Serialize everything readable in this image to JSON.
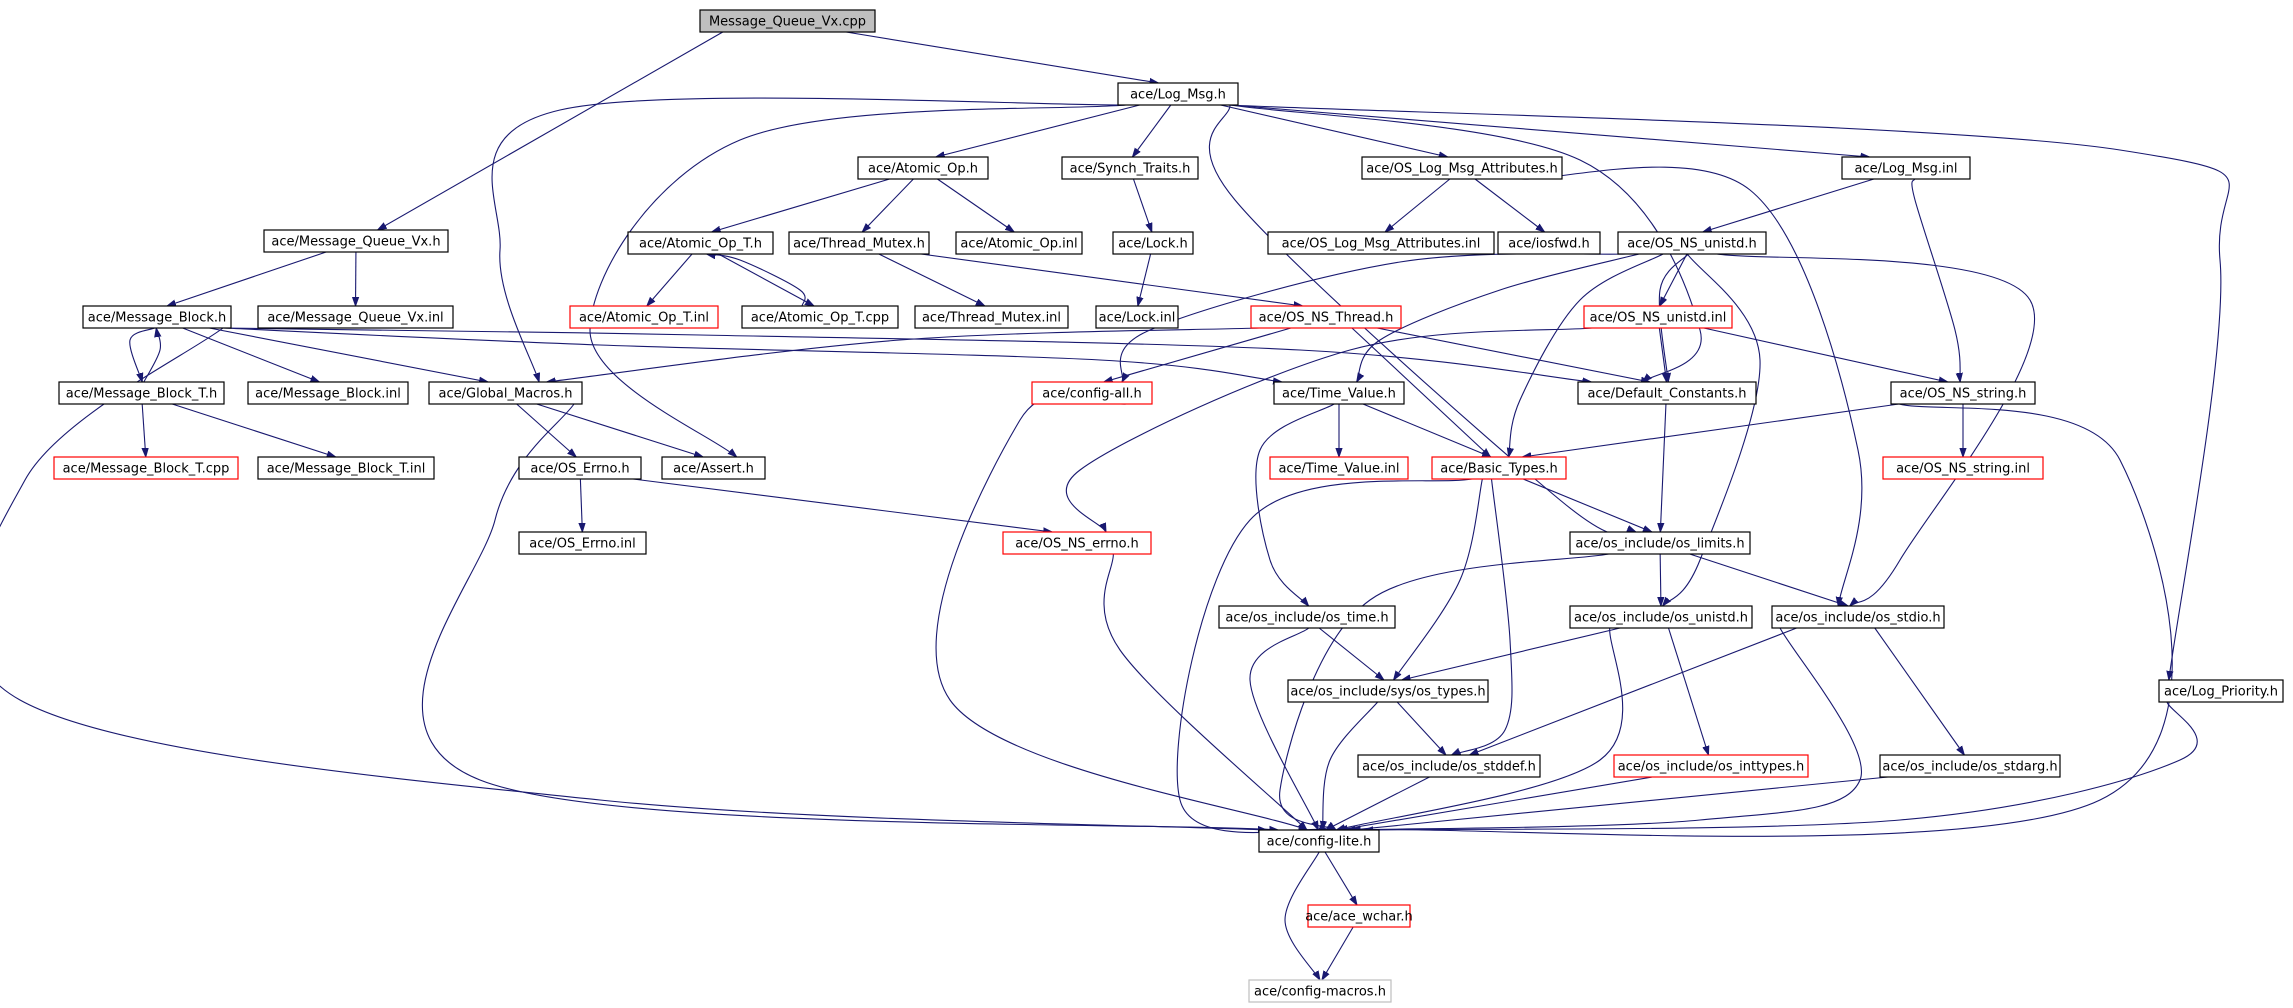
{
  "nodes": [
    {
      "id": "root",
      "label": "Message_Queue_Vx.cpp",
      "style": "root"
    },
    {
      "id": "logmsg",
      "label": "ace/Log_Msg.h",
      "style": "normal"
    },
    {
      "id": "mqvx",
      "label": "ace/Message_Queue_Vx.h",
      "style": "normal"
    },
    {
      "id": "atomicop",
      "label": "ace/Atomic_Op.h",
      "style": "normal"
    },
    {
      "id": "synchtraits",
      "label": "ace/Synch_Traits.h",
      "style": "normal"
    },
    {
      "id": "oslogattr",
      "label": "ace/OS_Log_Msg_Attributes.h",
      "style": "normal"
    },
    {
      "id": "logmsginl",
      "label": "ace/Log_Msg.inl",
      "style": "normal"
    },
    {
      "id": "mqvxinl",
      "label": "ace/Message_Queue_Vx.inl",
      "style": "normal"
    },
    {
      "id": "atomicopt",
      "label": "ace/Atomic_Op_T.h",
      "style": "normal"
    },
    {
      "id": "threadmutex",
      "label": "ace/Thread_Mutex.h",
      "style": "normal"
    },
    {
      "id": "atomicopinl",
      "label": "ace/Atomic_Op.inl",
      "style": "normal"
    },
    {
      "id": "lockh",
      "label": "ace/Lock.h",
      "style": "normal"
    },
    {
      "id": "oslogattrinl",
      "label": "ace/OS_Log_Msg_Attributes.inl",
      "style": "normal"
    },
    {
      "id": "iosfwd",
      "label": "ace/iosfwd.h",
      "style": "normal"
    },
    {
      "id": "osnsunistd",
      "label": "ace/OS_NS_unistd.h",
      "style": "normal"
    },
    {
      "id": "msgblock",
      "label": "ace/Message_Block.h",
      "style": "normal"
    },
    {
      "id": "atomicoptinl",
      "label": "ace/Atomic_Op_T.inl",
      "style": "red"
    },
    {
      "id": "atomicoptcpp",
      "label": "ace/Atomic_Op_T.cpp",
      "style": "normal"
    },
    {
      "id": "threadmutexinl",
      "label": "ace/Thread_Mutex.inl",
      "style": "normal"
    },
    {
      "id": "lockinl",
      "label": "ace/Lock.inl",
      "style": "normal"
    },
    {
      "id": "osnsthread",
      "label": "ace/OS_NS_Thread.h",
      "style": "red"
    },
    {
      "id": "osnsunistdinl",
      "label": "ace/OS_NS_unistd.inl",
      "style": "red"
    },
    {
      "id": "msgblockt",
      "label": "ace/Message_Block_T.h",
      "style": "normal"
    },
    {
      "id": "msgblockinl",
      "label": "ace/Message_Block.inl",
      "style": "normal"
    },
    {
      "id": "globalmacros",
      "label": "ace/Global_Macros.h",
      "style": "normal"
    },
    {
      "id": "configall",
      "label": "ace/config-all.h",
      "style": "red"
    },
    {
      "id": "timevalue",
      "label": "ace/Time_Value.h",
      "style": "normal"
    },
    {
      "id": "defconst",
      "label": "ace/Default_Constants.h",
      "style": "normal"
    },
    {
      "id": "osnsstring",
      "label": "ace/OS_NS_string.h",
      "style": "normal"
    },
    {
      "id": "msgblocktcpp",
      "label": "ace/Message_Block_T.cpp",
      "style": "red"
    },
    {
      "id": "msgblocktinl",
      "label": "ace/Message_Block_T.inl",
      "style": "normal"
    },
    {
      "id": "oserrno",
      "label": "ace/OS_Errno.h",
      "style": "normal"
    },
    {
      "id": "assert",
      "label": "ace/Assert.h",
      "style": "normal"
    },
    {
      "id": "timevalueinl",
      "label": "ace/Time_Value.inl",
      "style": "red"
    },
    {
      "id": "basictypes",
      "label": "ace/Basic_Types.h",
      "style": "red"
    },
    {
      "id": "osnsstringinl",
      "label": "ace/OS_NS_string.inl",
      "style": "red"
    },
    {
      "id": "oserrnoinl",
      "label": "ace/OS_Errno.inl",
      "style": "normal"
    },
    {
      "id": "osnserrno",
      "label": "ace/OS_NS_errno.h",
      "style": "red"
    },
    {
      "id": "oslimits",
      "label": "ace/os_include/os_limits.h",
      "style": "normal"
    },
    {
      "id": "ostime",
      "label": "ace/os_include/os_time.h",
      "style": "normal"
    },
    {
      "id": "osunistd",
      "label": "ace/os_include/os_unistd.h",
      "style": "normal"
    },
    {
      "id": "osstdio",
      "label": "ace/os_include/os_stdio.h",
      "style": "normal"
    },
    {
      "id": "systypes",
      "label": "ace/os_include/sys/os_types.h",
      "style": "normal"
    },
    {
      "id": "logpriority",
      "label": "ace/Log_Priority.h",
      "style": "normal"
    },
    {
      "id": "osstddef",
      "label": "ace/os_include/os_stddef.h",
      "style": "normal"
    },
    {
      "id": "osinttypes",
      "label": "ace/os_include/os_inttypes.h",
      "style": "red"
    },
    {
      "id": "osstdarg",
      "label": "ace/os_include/os_stdarg.h",
      "style": "normal"
    },
    {
      "id": "configlite",
      "label": "ace/config-lite.h",
      "style": "normal"
    },
    {
      "id": "acewchar",
      "label": "ace/ace_wchar.h",
      "style": "red"
    },
    {
      "id": "configmacros",
      "label": "ace/config-macros.h",
      "style": "gray"
    }
  ],
  "colors": {
    "edge": "#191970",
    "root_fill": "#bfbfbf",
    "incomplete_border": "#ff0000",
    "complete_border": "#000000",
    "truncated_border": "#bfbfbf"
  }
}
